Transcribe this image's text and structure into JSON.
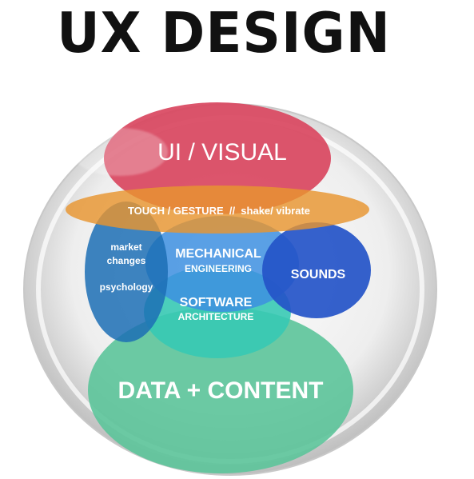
{
  "title": "UX DESIGN",
  "labels": {
    "ui_visual": "UI / VISUAL",
    "touch": "TOUCH / GESTURE  //  shake/ vibrate",
    "market_line1": "market",
    "market_line2": "changes",
    "psychology": "psychology",
    "mech_line1": "MECHANICAL",
    "mech_line2": "ENGINEERING",
    "software_line1": "SOFTWARE",
    "software_line2": "ARCHITECTURE",
    "sounds": "SOUNDS",
    "data_content": "DATA + CONTENT"
  },
  "colors": {
    "ui_visual": "#d9475f",
    "touch": "#e8952f",
    "market": "#1c6fb5",
    "mechanical": "#3d8fe0",
    "software": "#37c9b4",
    "sounds": "#2454c8",
    "data_content": "#5cc49a",
    "sphere": "#d6d6d6"
  }
}
